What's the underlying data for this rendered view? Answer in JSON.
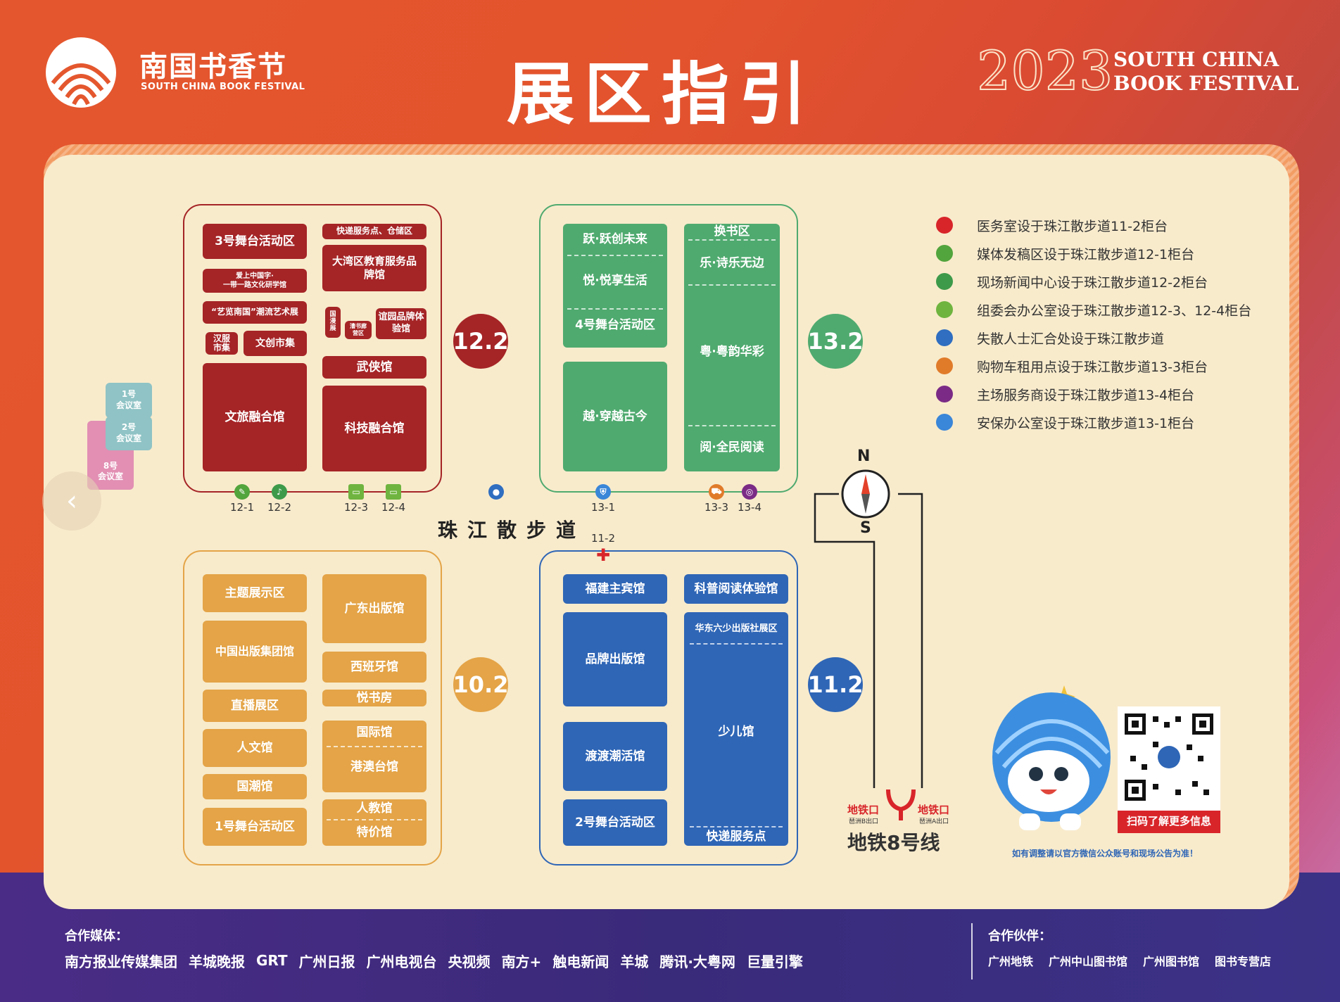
{
  "header": {
    "logo_cn": "南国书香节",
    "logo_en": "SOUTH CHINA BOOK FESTIVAL",
    "title": "展区指引",
    "year": "2023",
    "brand_line1": "SOUTH CHINA",
    "brand_line2": "BOOK FESTIVAL"
  },
  "rooms": {
    "r1": "1号\n会议室",
    "r2": "2号\n会议室",
    "r8": "8号\n会议室"
  },
  "hall_12_2": {
    "number": "12.2",
    "stage3": "3号舞台活动区",
    "express": "快递服务点、仓储区",
    "bayarea": "大湾区教育服务品牌馆",
    "love_cn": "爱上中国字·\n一带一路文化研学馆",
    "art": "“艺览南国”潮流艺术展",
    "guoman": "国\n漫\n展",
    "shuxiang": "漕书廊\n营区",
    "yiyuan": "谊园品牌体验馆",
    "hanfu": "汉服\n市集",
    "wenchuang": "文创市集",
    "wuxia": "武侠馆",
    "wenlv": "文旅融合馆",
    "keji": "科技融合馆"
  },
  "hall_13_2": {
    "number": "13.2",
    "yue1": "跃·跃创未来",
    "yue2": "悦·悦享生活",
    "stage4": "4号舞台活动区",
    "yue3": "越·穿越古今",
    "swap": "换书区",
    "le": "乐·诗乐无边",
    "yueyun": "粤·粤韵华彩",
    "read": "阅·全民阅读"
  },
  "hall_10_2": {
    "number": "10.2",
    "theme": "主题展示区",
    "guangdong": "广东出版馆",
    "china": "中国出版集团馆",
    "spain": "西班牙馆",
    "yueshu": "悦书房",
    "live": "直播展区",
    "intl": "国际馆",
    "hkmo": "港澳台馆",
    "renwen": "人文馆",
    "guochao": "国潮馆",
    "renjiao": "人教馆",
    "special": "特价馆",
    "stage1": "1号舞台活动区"
  },
  "hall_11_2": {
    "number": "11.2",
    "fujian": "福建主宾馆",
    "kepu": "科普阅读体验馆",
    "brand": "品牌出版馆",
    "huadong": "华东六少出版社展区",
    "kids": "少儿馆",
    "dudu": "渡渡潮活馆",
    "stage2": "2号舞台活动区",
    "express": "快递服务点"
  },
  "promenade": {
    "name": "珠江散步道",
    "counters": [
      "12-1",
      "12-2",
      "12-3",
      "12-4",
      "13-1",
      "13-3",
      "13-4",
      "11-2"
    ]
  },
  "compass": {
    "n": "N",
    "s": "S"
  },
  "metro": {
    "exit_b": "地铁口",
    "exit_b_sub": "琶洲B出口",
    "exit_a": "地铁口",
    "exit_a_sub": "琶洲A出口",
    "line": "地铁8号线"
  },
  "legend": [
    {
      "icon": "medical-cross-icon",
      "color": "#d8252a",
      "text": "医务室设于珠江散步道11-2柜台"
    },
    {
      "icon": "pen-icon",
      "color": "#52a43c",
      "text": "媒体发稿区设于珠江散步道12-1柜台"
    },
    {
      "icon": "microphone-icon",
      "color": "#3d9a4a",
      "text": "现场新闻中心设于珠江散步道12-2柜台"
    },
    {
      "icon": "book-icon",
      "color": "#6fb43f",
      "text": "组委会办公室设于珠江散步道12-3、12-4柜台"
    },
    {
      "icon": "person-icon",
      "color": "#2f6ec0",
      "text": "失散人士汇合处设于珠江散步道"
    },
    {
      "icon": "cart-icon",
      "color": "#e07b2a",
      "text": "购物车租用点设于珠江散步道13-3柜台"
    },
    {
      "icon": "service-ring-icon",
      "color": "#7b2b86",
      "text": "主场服务商设于珠江散步道13-4柜台"
    },
    {
      "icon": "shield-icon",
      "color": "#3a86d8",
      "text": "安保办公室设于珠江散步道13-1柜台"
    }
  ],
  "qr": {
    "caption": "扫码了解更多信息",
    "note": "如有调整请以官方微信公众账号和现场公告为准！"
  },
  "footer": {
    "media_label": "合作媒体：",
    "partner_label": "合作伙伴：",
    "media": [
      "南方报业传媒集团",
      "羊城晚报",
      "GRT",
      "广州日报",
      "广州电视台",
      "央视频",
      "南方+",
      "触电新闻",
      "羊城",
      "腾讯·大粤网",
      "巨量引擎"
    ],
    "partners": [
      "广州地铁",
      "广州中山图书馆",
      "广州图书馆",
      "图书专营店"
    ]
  },
  "colors": {
    "red": "#a52426",
    "green": "#4faa6f",
    "orange": "#e4a447",
    "blue": "#2f66b6",
    "cream": "#f8ebcc"
  }
}
